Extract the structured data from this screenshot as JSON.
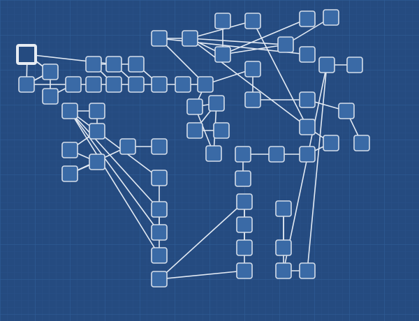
{
  "theme": {
    "background": "#254b80",
    "grid_minor": "#2d568d",
    "grid_major": "#31609b",
    "node_fill": "#3a6aa6",
    "node_stroke": "#d5deea",
    "edge": "#e4ebf4",
    "selected_stroke": "#e6ecf3"
  },
  "diagram": {
    "nodes": [
      {
        "id": "n1",
        "kind": "selected"
      },
      {
        "id": "n2"
      },
      {
        "id": "n3"
      },
      {
        "id": "n4"
      },
      {
        "id": "n5"
      },
      {
        "id": "n6"
      },
      {
        "id": "n7"
      },
      {
        "id": "n8"
      },
      {
        "id": "n9"
      },
      {
        "id": "n10"
      },
      {
        "id": "n11"
      },
      {
        "id": "n12"
      },
      {
        "id": "n13"
      },
      {
        "id": "n14"
      },
      {
        "id": "n15"
      },
      {
        "id": "n16"
      },
      {
        "id": "n17"
      },
      {
        "id": "n18"
      },
      {
        "id": "n19"
      },
      {
        "id": "n20"
      },
      {
        "id": "n21"
      },
      {
        "id": "n22"
      },
      {
        "id": "n23"
      },
      {
        "id": "n24"
      },
      {
        "id": "n25"
      },
      {
        "id": "n26"
      },
      {
        "id": "n27"
      },
      {
        "id": "n28"
      },
      {
        "id": "n29"
      },
      {
        "id": "n30"
      },
      {
        "id": "n31"
      },
      {
        "id": "n32"
      },
      {
        "id": "n33"
      },
      {
        "id": "n34"
      },
      {
        "id": "n35"
      },
      {
        "id": "n36"
      },
      {
        "id": "n37"
      },
      {
        "id": "n38"
      },
      {
        "id": "n39"
      },
      {
        "id": "n40"
      },
      {
        "id": "n41"
      },
      {
        "id": "n42"
      },
      {
        "id": "n43"
      },
      {
        "id": "n44"
      },
      {
        "id": "n45"
      },
      {
        "id": "n46"
      },
      {
        "id": "n47"
      },
      {
        "id": "n48"
      },
      {
        "id": "n49"
      },
      {
        "id": "n50"
      },
      {
        "id": "n51"
      },
      {
        "id": "n52"
      },
      {
        "id": "n53"
      },
      {
        "id": "n54"
      },
      {
        "id": "n55"
      },
      {
        "id": "n56"
      },
      {
        "id": "n57"
      },
      {
        "id": "n58"
      },
      {
        "id": "n59"
      },
      {
        "id": "n60"
      },
      {
        "id": "n61"
      },
      {
        "id": "n62"
      }
    ],
    "edges": [
      [
        "n1",
        "n2"
      ],
      [
        "n2",
        "n3"
      ],
      [
        "n2",
        "n4"
      ],
      [
        "n3",
        "n5"
      ],
      [
        "n4",
        "n5"
      ],
      [
        "n5",
        "n6"
      ],
      [
        "n6",
        "n7"
      ],
      [
        "n7",
        "n8"
      ],
      [
        "n8",
        "n9"
      ],
      [
        "n9",
        "n10"
      ],
      [
        "n10",
        "n11"
      ],
      [
        "n12",
        "n7"
      ],
      [
        "n13",
        "n8"
      ],
      [
        "n14",
        "n9"
      ],
      [
        "n12",
        "n13"
      ],
      [
        "n13",
        "n14"
      ],
      [
        "n11",
        "n15"
      ],
      [
        "n15",
        "n16"
      ],
      [
        "n15",
        "n23"
      ],
      [
        "n16",
        "n18"
      ],
      [
        "n16",
        "n19"
      ],
      [
        "n19",
        "n21"
      ],
      [
        "n19",
        "n20"
      ],
      [
        "n20",
        "n22"
      ],
      [
        "n16",
        "n20"
      ],
      [
        "n17",
        "n19"
      ],
      [
        "n11",
        "n24"
      ],
      [
        "n24",
        "n25"
      ],
      [
        "n25",
        "n26"
      ],
      [
        "n26",
        "n27"
      ],
      [
        "n27",
        "n28"
      ],
      [
        "n11",
        "n29"
      ],
      [
        "n29",
        "n30"
      ],
      [
        "n30",
        "n31"
      ],
      [
        "n31",
        "n32"
      ],
      [
        "n29",
        "n33"
      ],
      [
        "n30",
        "n33"
      ],
      [
        "n16",
        "n34"
      ],
      [
        "n18",
        "n34"
      ],
      [
        "n34",
        "n35"
      ],
      [
        "n35",
        "n36"
      ],
      [
        "n36",
        "n37"
      ],
      [
        "n37",
        "n38"
      ],
      [
        "n38",
        "n39"
      ],
      [
        "n40",
        "n41"
      ],
      [
        "n41",
        "n42"
      ],
      [
        "n42",
        "n43"
      ],
      [
        "n43",
        "n44"
      ],
      [
        "n44",
        "n45"
      ],
      [
        "n45",
        "n46"
      ],
      [
        "n46",
        "n47"
      ],
      [
        "n40",
        "n48"
      ],
      [
        "n40",
        "n49"
      ],
      [
        "n40",
        "n50"
      ],
      [
        "n40",
        "n51"
      ],
      [
        "n48",
        "n50"
      ],
      [
        "n49",
        "n50"
      ],
      [
        "n50",
        "n51"
      ],
      [
        "n52",
        "n53"
      ],
      [
        "n53",
        "n54"
      ],
      [
        "n54",
        "n55"
      ],
      [
        "n55",
        "n56"
      ],
      [
        "n53",
        "n55"
      ],
      [
        "n52",
        "n56"
      ],
      [
        "n57",
        "n58"
      ],
      [
        "n57",
        "n59"
      ],
      [
        "n59",
        "n60"
      ],
      [
        "n60",
        "n61"
      ],
      [
        "n61",
        "n62"
      ],
      [
        "n59",
        "n61"
      ],
      [
        "n13",
        "n63"
      ],
      [
        "n63",
        "n64"
      ],
      [
        "n64",
        "n65"
      ],
      [
        "n63",
        "n65"
      ]
    ]
  }
}
